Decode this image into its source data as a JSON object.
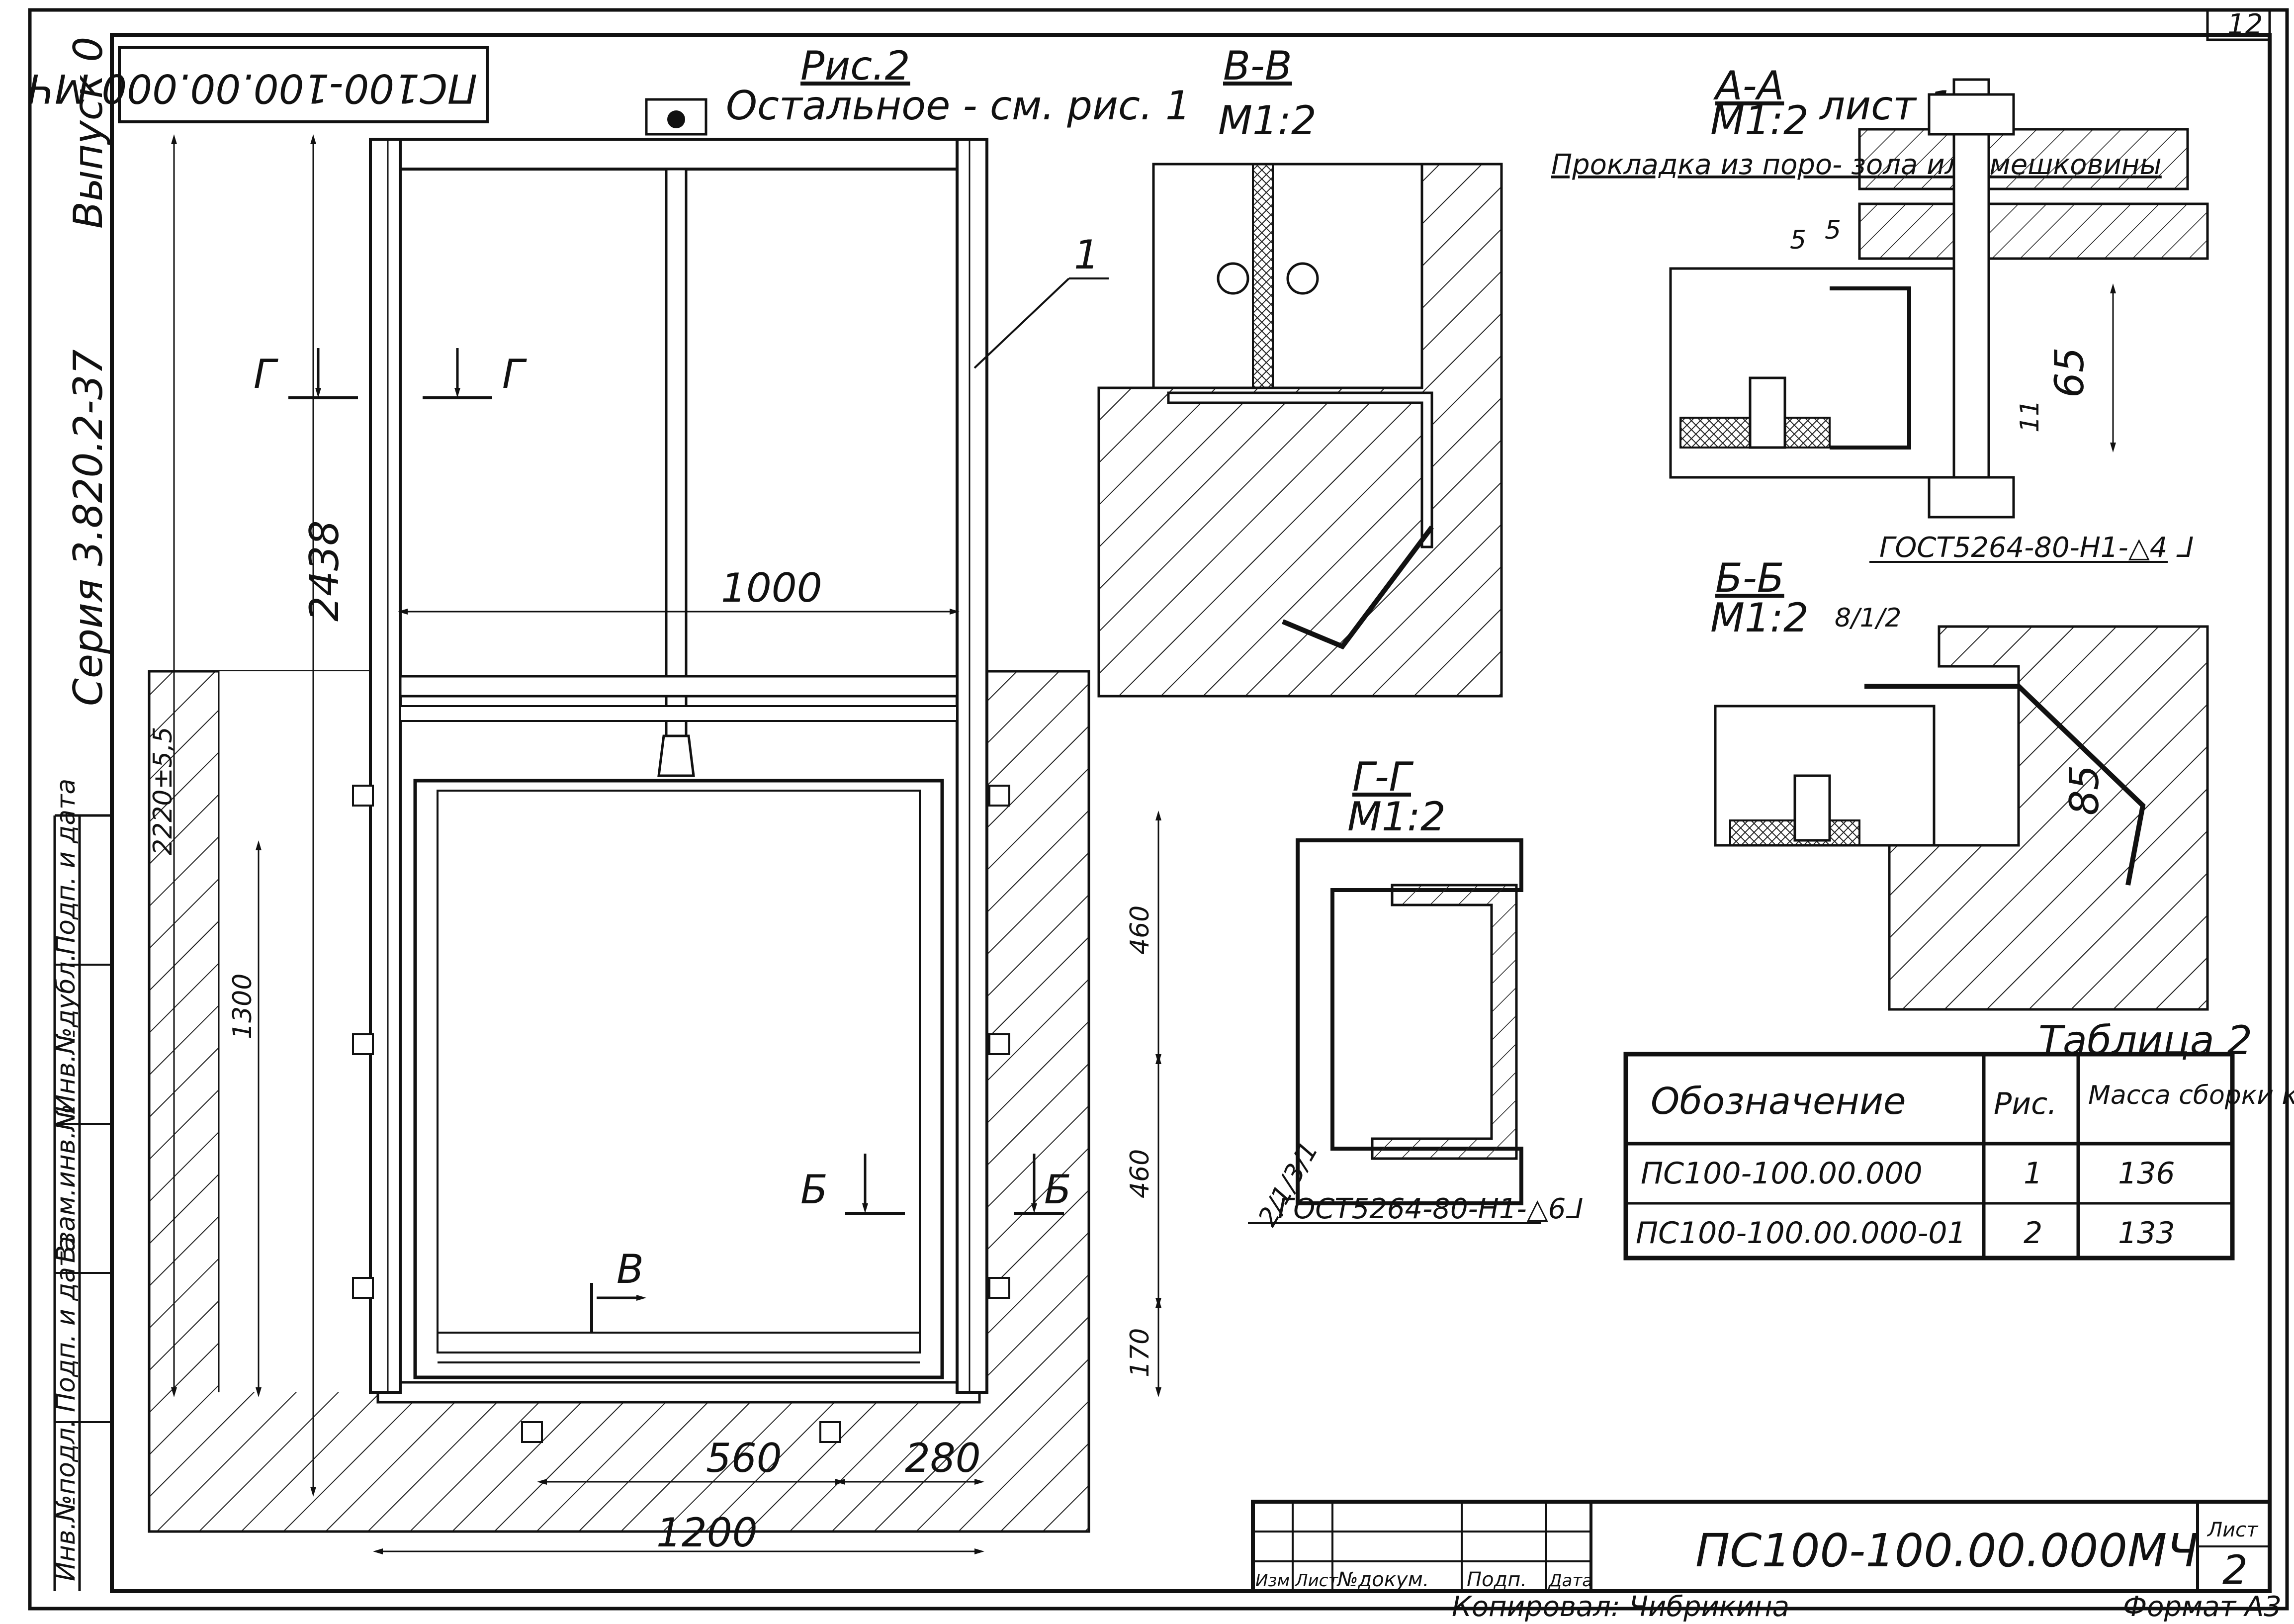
{
  "sheet": {
    "page_number": "12",
    "stamp_title": "ПС100-100.00.000МЧ",
    "series_vertical": "Серия 3.820.2-37",
    "issue_vertical": "Выпуск 0",
    "designation_in_main_title": "ПС100-100.00.000 МЧ",
    "sheet_label": "Лист",
    "sheet_no": "2",
    "copied_by": "Копировал: Чибрикина",
    "format": "Формат А3",
    "stamp_cols": [
      "Изм",
      "Лист",
      "№докум.",
      "Подп.",
      "Дата"
    ],
    "side_labels": [
      "Инв.№подл.",
      "Подп. и дата",
      "Взам.инв.№",
      "Инв.№дубл.",
      "Подп. и дата"
    ]
  },
  "fig2": {
    "title": "Рис.2",
    "subtitle": "Остальное - см. рис. 1",
    "leader_1": "1",
    "section_marks": [
      "Г",
      "Г",
      "Б",
      "Б",
      "В"
    ],
    "dims": {
      "height_total": "2438",
      "height_2220": "2220±5,5",
      "height_1300": "1300",
      "width_inner": "1000",
      "seg_460a": "460",
      "seg_460b": "460",
      "seg_170": "170",
      "bottom_560": "560",
      "bottom_280": "280",
      "bottom_1200": "1200"
    }
  },
  "section_vv": {
    "title": "В-В",
    "scale": "М1:2"
  },
  "section_aa": {
    "title": "А-А",
    "scale": "М1:2",
    "sheet_ref": "лист 1",
    "gasket_note": "Прокладка из поро- зола или мешковины",
    "dim_5a": "5",
    "dim_5b": "5",
    "dim_65": "65",
    "dim_11": "11",
    "weld_note": "ГОСТ5264-80-Н1-△4 ⅃"
  },
  "section_bb": {
    "title": "Б-Б",
    "scale": "М1:2",
    "callout": "8/1/2",
    "dim_85": "85"
  },
  "section_gg": {
    "title": "Г-Г",
    "scale": "М1:2",
    "callout": "2/1/3/1",
    "weld_note": "ГОСТ5264-80-Н1-△6⅃"
  },
  "table2": {
    "caption": "Таблица 2",
    "headers": [
      "Обозначение",
      "Рис.",
      "Масса сборки кг"
    ],
    "rows": [
      [
        "ПС100-100.00.000",
        "1",
        "136"
      ],
      [
        "ПС100-100.00.000-01",
        "2",
        "133"
      ]
    ]
  }
}
